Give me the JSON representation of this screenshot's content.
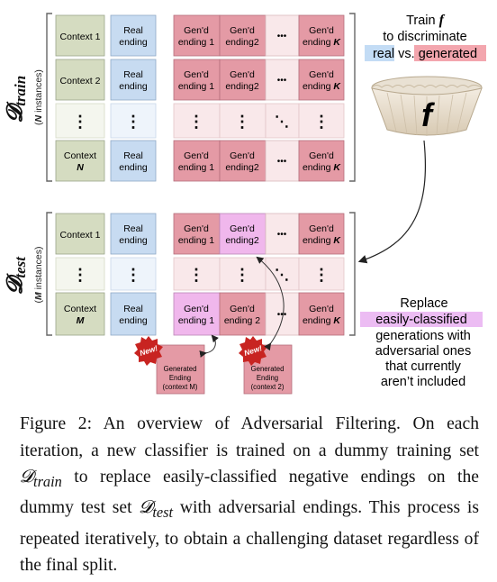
{
  "figure": {
    "train": {
      "label_main": "𝓓",
      "label_sub": "train",
      "count_var": "N",
      "count_text": "instances",
      "rows": [
        {
          "context": "Context 1",
          "real": [
            "Real",
            "ending"
          ],
          "gens": [
            [
              "Gen'd",
              "ending 1"
            ],
            [
              "Gen'd",
              "ending2"
            ]
          ],
          "last": [
            "Gen'd",
            "ending",
            "K"
          ]
        },
        {
          "context": "Context 2",
          "real": [
            "Real",
            "ending"
          ],
          "gens": [
            [
              "Gen'd",
              "ending 1"
            ],
            [
              "Gen'd",
              "ending2"
            ]
          ],
          "last": [
            "Gen'd",
            "ending",
            "K"
          ]
        },
        {
          "context": "Context",
          "context_var": "N",
          "real": [
            "Real",
            "ending"
          ],
          "gens": [
            [
              "Gen'd",
              "ending 1"
            ],
            [
              "Gen'd",
              "ending2"
            ]
          ],
          "last": [
            "Gen'd",
            "ending",
            "K"
          ]
        }
      ]
    },
    "test": {
      "label_main": "𝓓",
      "label_sub": "test",
      "count_var": "M",
      "count_text": "instances",
      "rows": [
        {
          "context": "Context 1",
          "real": [
            "Real",
            "ending"
          ],
          "gens": [
            [
              "Gen'd",
              "ending 1"
            ],
            [
              "Gen'd",
              "ending2"
            ]
          ],
          "last": [
            "Gen'd",
            "ending",
            "K"
          ]
        },
        {
          "context": "Context",
          "context_var": "M",
          "real": [
            "Real",
            "ending"
          ],
          "gens": [
            [
              "Gen'd",
              "ending 1"
            ],
            [
              "Gen'd",
              "ending 2"
            ]
          ],
          "last": [
            "Gen'd",
            "ending",
            "K"
          ]
        }
      ]
    },
    "ellipsis": "•••",
    "vdots": "⋮",
    "ddots": "⋱",
    "new_badge": "New!",
    "generated_1": [
      "Generated",
      "Ending",
      "(context M)"
    ],
    "generated_2": [
      "Generated",
      "Ending",
      "(context 2)"
    ],
    "train_note": {
      "line1": "Train",
      "func": "f",
      "line2": "to discriminate",
      "real_word": "real",
      "vs": "vs.",
      "gen_word": "generated"
    },
    "filter_glyph": "f",
    "replace_note": {
      "line1": "Replace",
      "highlight": "easily-classified",
      "line3": "generations with",
      "line4": "adversarial ones",
      "line5": "that currently",
      "line6": "aren’t included"
    },
    "colors": {
      "context": "#d5dcc1",
      "real": "#c7dbf1",
      "gen": "#e49aa5",
      "gen_adv": "#f0b7ec",
      "ellipsis_cell": "#f9e8ea",
      "real_highlight": "#c3dcf5",
      "gen_highlight": "#f3a6ae",
      "easy_highlight": "#ecbcf3"
    }
  },
  "caption": {
    "label": "Figure 2:",
    "text_a": "An overview of Adversarial Filtering. On each iteration, a new classifier is trained on a dummy training set ",
    "dtrain_main": "𝓓",
    "dtrain_sub": "train",
    "text_b": " to replace easily-classified negative endings on the dummy test set ",
    "dtest_main": "𝓓",
    "dtest_sub": "test",
    "text_c": " with adversarial endings. This process is repeated iteratively, to obtain a challenging dataset regardless of the final split."
  }
}
